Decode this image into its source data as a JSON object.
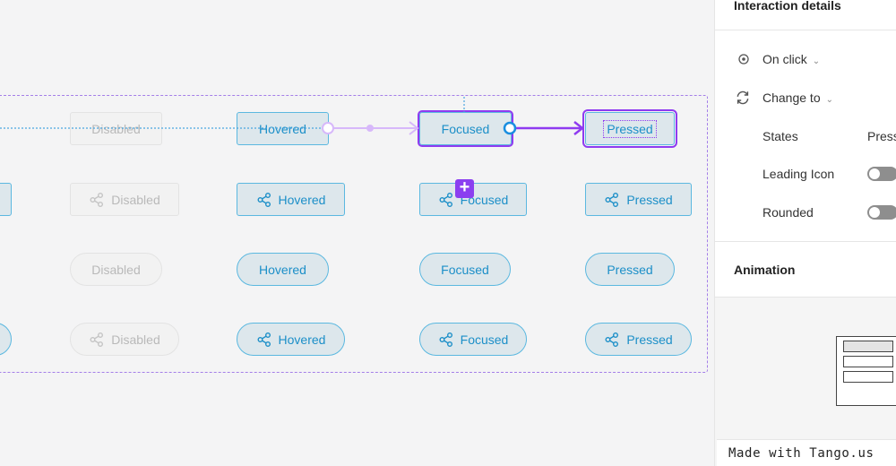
{
  "canvas": {
    "row1": {
      "disabled": "Disabled",
      "hovered": "Hovered",
      "focused": "Focused",
      "pressed": "Pressed"
    },
    "row2": {
      "disabled": "Disabled",
      "hovered": "Hovered",
      "focused": "Focused",
      "pressed": "Pressed"
    },
    "row3": {
      "disabled": "Disabled",
      "hovered": "Hovered",
      "focused": "Focused",
      "pressed": "Pressed"
    },
    "row4": {
      "disabled": "Disabled",
      "hovered": "Hovered",
      "focused": "Focused",
      "pressed": "Pressed"
    },
    "plus_glyph": "+"
  },
  "panel": {
    "header": "Interaction details",
    "trigger": "On click",
    "action": "Change to",
    "states_label": "States",
    "states_value": "Pressed",
    "leading_icon_label": "Leading Icon",
    "leading_icon_on": false,
    "rounded_label": "Rounded",
    "rounded_on": false,
    "animation_label": "Animation"
  },
  "watermark": "Made with Tango.us",
  "colors": {
    "accent_purple": "#8f3bf0",
    "button_blue": "#1c8fc8",
    "button_fill": "#dde7ec",
    "disabled_text": "#b9b9b9"
  }
}
